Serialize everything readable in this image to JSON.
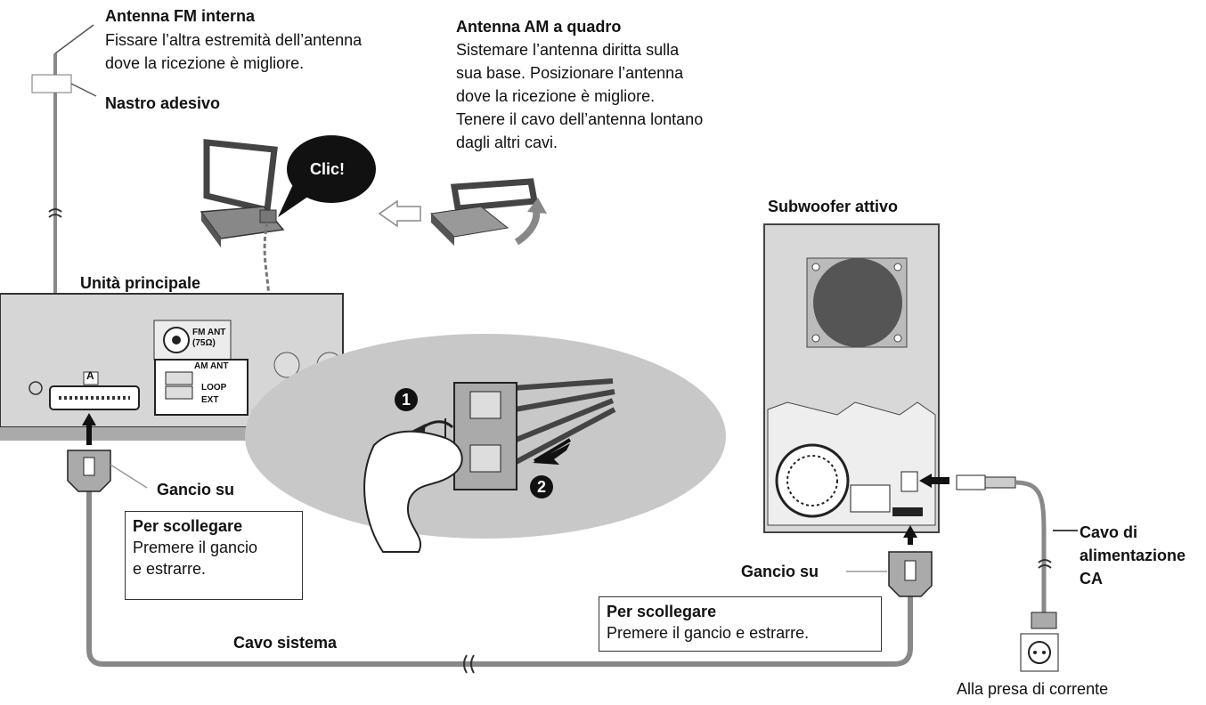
{
  "fm_antenna": {
    "title": "Antenna FM interna",
    "desc_line1": "Fissare l’altra estremità dell’antenna",
    "desc_line2": "dove la ricezione è migliore.",
    "tape_label": "Nastro adesivo"
  },
  "am_antenna": {
    "title": "Antenna AM a quadro",
    "lines": [
      "Sistemare l’antenna diritta sulla",
      "sua base. Posizionare l’antenna",
      "dove la ricezione è migliore.",
      "Tenere il cavo dell’antenna lontano",
      "dagli altri cavi."
    ],
    "click_bubble": "Clic!"
  },
  "main_unit": {
    "title": "Unità principale",
    "terminal_a": "A",
    "fm_ant_line1": "FM ANT",
    "fm_ant_line2": "(75Ω)",
    "am_ant": "AM ANT",
    "loop": "LOOP",
    "ext": "EXT",
    "step1": "1",
    "step2": "2"
  },
  "subwoofer": {
    "title": "Subwoofer attivo"
  },
  "left_hook": {
    "label": "Gancio su",
    "box_title": "Per scollegare",
    "box_line1": "Premere il gancio",
    "box_line2": "e estrarre."
  },
  "right_hook": {
    "label": "Gancio su",
    "box_title": "Per scollegare",
    "box_line1": "Premere il gancio e estrarre."
  },
  "system_cable": "Cavo sistema",
  "power_cable": {
    "line1": "Cavo di",
    "line2": "alimentazione",
    "line3": "CA"
  },
  "outlet": "Alla presa di corrente"
}
